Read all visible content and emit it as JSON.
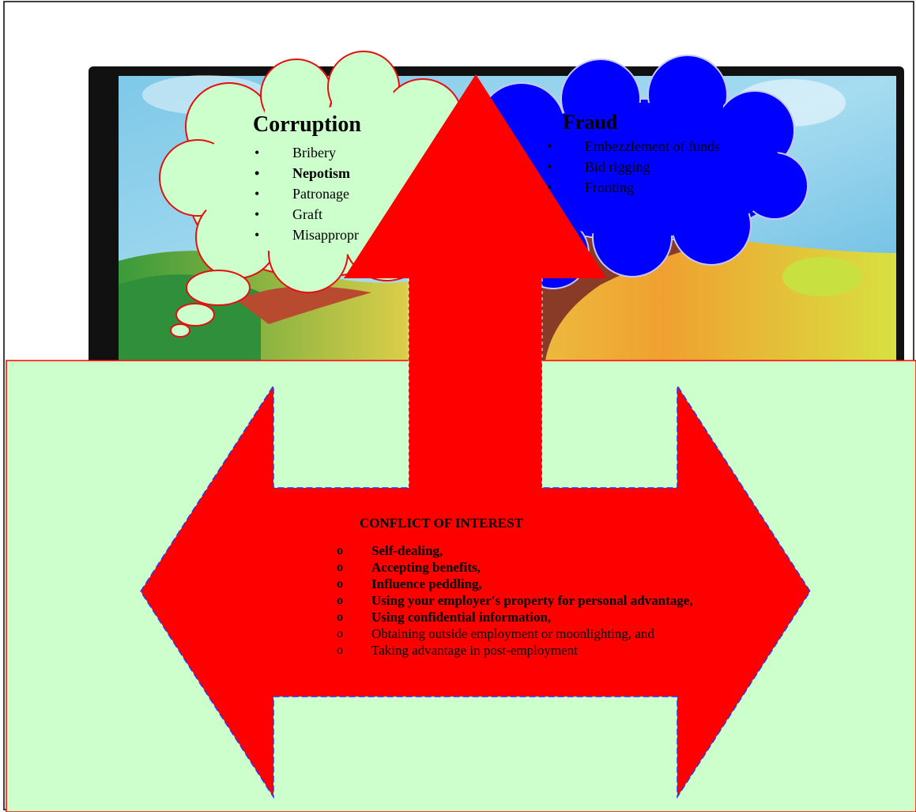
{
  "colors": {
    "arrow_fill": "#ff0000",
    "panel_fill": "#ccffcc",
    "panel_border": "#ff0000",
    "cloud_corruption_fill": "#ccffcc",
    "cloud_fraud_fill": "#0000ff",
    "arrow_dash": "#1e3cff"
  },
  "icons": {
    "corruption_cloud": "thought-cloud",
    "fraud_cloud": "cloud",
    "up_arrow": "up-arrow",
    "cross_arrow": "left-right-arrow",
    "background_picture": "painted-tree-scene"
  },
  "corruption": {
    "title": "Corruption",
    "items": [
      "Bribery",
      "Nepotism",
      "Patronage",
      "Graft",
      "Misappropr"
    ]
  },
  "fraud": {
    "title": "Fraud",
    "items": [
      "Embezzlement of funds",
      "Bid rigging",
      "Fronting"
    ]
  },
  "conflict": {
    "title": "CONFLICT OF INTEREST",
    "items": [
      " Self-dealing,",
      "Accepting benefits,",
      "Influence peddling,",
      "Using your employer's property for personal advantage,",
      "Using confidential information,",
      "Obtaining outside employment or moonlighting, and",
      "Taking advantage in post-employment"
    ]
  }
}
